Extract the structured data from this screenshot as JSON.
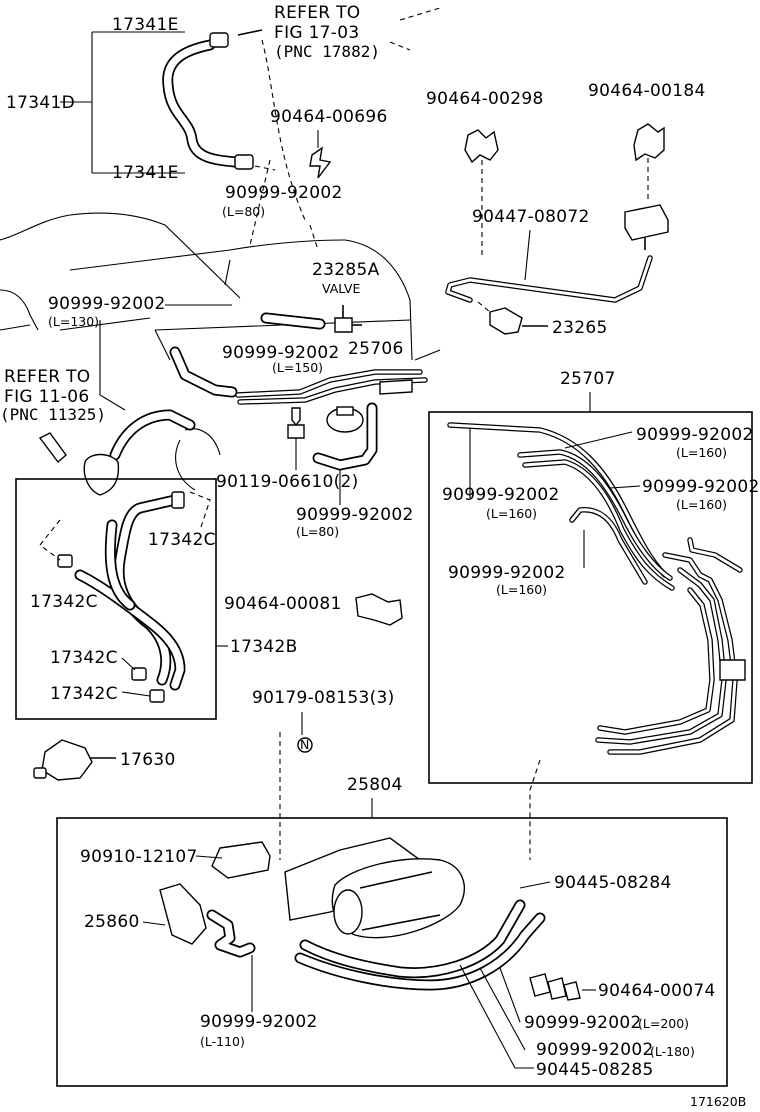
{
  "labels": {
    "p17341E_top": "17341E",
    "p17341D": "17341D",
    "p17341E_bot": "17341E",
    "refer_fig1703_a": "REFER TO",
    "refer_fig1703_b": "FIG 17-03",
    "refer_fig1703_c": "(PNC 17882)",
    "p90464_00696": "90464-00696",
    "p90999_92002_top": "90999-92002",
    "p90999_92002_top_len": "(L=80)",
    "p90464_00298": "90464-00298",
    "p90464_00184": "90464-00184",
    "p90447_08072": "90447-08072",
    "p23285A": "23285A",
    "valve_word": "VALVE",
    "p90999_92002_left": "90999-92002",
    "p90999_92002_left_len": "(L=130)",
    "p23265": "23265",
    "p90999_92002_mid": "90999-92002",
    "p90999_92002_mid_len": "(L=150)",
    "p25706": "25706",
    "refer_fig1106_a": "REFER TO",
    "refer_fig1106_b": "FIG 11-06",
    "refer_fig1106_c": "(PNC 11325)",
    "p25707": "25707",
    "p90119_06610": "90119-06610(2)",
    "p90999_92002_c": "90999-92002",
    "p90999_92002_c_len": "(L=80)",
    "p17342C_a": "17342C",
    "p17342C_b": "17342C",
    "p17342C_c": "17342C",
    "p17342C_d": "17342C",
    "p17342B": "17342B",
    "p90464_00081": "90464-00081",
    "p90179_08153": "90179-08153(3)",
    "p17630": "17630",
    "box_r_1": "90999-92002",
    "box_r_1_len": "(L=160)",
    "box_r_2": "90999-92002",
    "box_r_2_len": "(L=160)",
    "box_r_3": "90999-92002",
    "box_r_3_len": "(L=160)",
    "box_r_4": "90999-92002",
    "box_r_4_len": "(L=160)",
    "p25804": "25804",
    "p90910_12107": "90910-12107",
    "p90445_08284": "90445-08284",
    "p25860": "25860",
    "p90464_00074": "90464-00074",
    "p90999_92002_b1": "90999-92002",
    "p90999_92002_b1_len": "(L-110)",
    "p90999_92002_b2": "90999-92002",
    "p90999_92002_b2_len": "(L=200)",
    "p90999_92002_b3": "90999-92002",
    "p90999_92002_b3_len": "(L-180)",
    "p90445_08285": "90445-08285",
    "fig_code": "171620B"
  }
}
